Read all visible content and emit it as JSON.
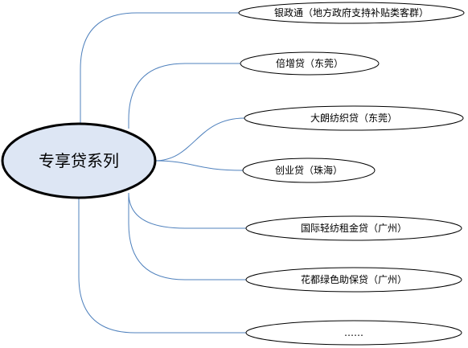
{
  "diagram": {
    "center": {
      "label": "专享贷系列"
    },
    "branches": [
      {
        "label": "银政通（地方政府支持补贴类客群）"
      },
      {
        "label": "倍增贷（东莞）"
      },
      {
        "label": "大朗纺织贷（东莞）"
      },
      {
        "label": "创业贷（珠海）"
      },
      {
        "label": "国际轻纺租金贷（广州）"
      },
      {
        "label": "花都绿色助保贷（广州）"
      },
      {
        "label": "……"
      }
    ]
  },
  "colors": {
    "connector": "#4f81bd",
    "center_fill": "#dde6f4",
    "outline": "#000000",
    "background": "#ffffff"
  }
}
